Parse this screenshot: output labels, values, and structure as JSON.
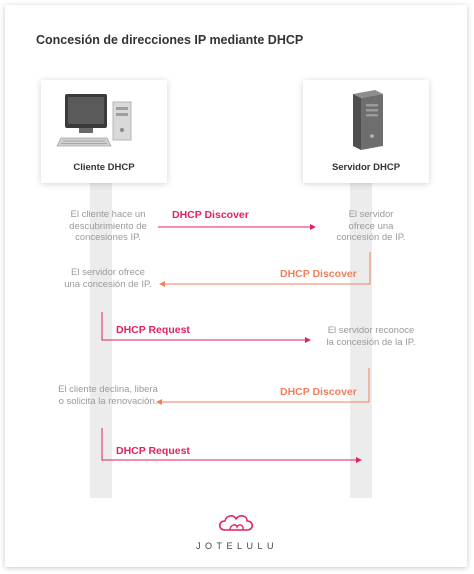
{
  "title": "Concesión de direcciones IP mediante DHCP",
  "participants": {
    "client": {
      "label": "Cliente DHCP",
      "icon": "desktop-computer-icon"
    },
    "server": {
      "label": "Servidor DHCP",
      "icon": "server-tower-icon"
    }
  },
  "notes": {
    "n1": "El cliente hace un descubrimiento de concesiones IP.",
    "n2": "El servidor ofrece una concesión de IP.",
    "n3": "El servidor ofrece una concesión de IP.",
    "n4": "El servidor reconoce la concesión de la IP.",
    "n5": "El cliente declina, libera o solicita la renovación."
  },
  "messages": [
    {
      "label": "DHCP Discover",
      "direction": "client-to-server",
      "color": "#e0245e"
    },
    {
      "label": "DHCP Discover",
      "direction": "server-to-client",
      "color": "#f07f5c"
    },
    {
      "label": "DHCP Request",
      "direction": "client-to-server",
      "color": "#e0245e"
    },
    {
      "label": "DHCP Discover",
      "direction": "server-to-client",
      "color": "#f07f5c"
    },
    {
      "label": "DHCP Request",
      "direction": "client-to-server",
      "color": "#e0245e"
    }
  ],
  "colors": {
    "request": "#e0245e",
    "response": "#f07f5c",
    "lifeline": "#ececec",
    "note_text": "#9a9a9a"
  },
  "brand": {
    "name": "JOTELULU",
    "icon": "cloud-logo-icon"
  }
}
